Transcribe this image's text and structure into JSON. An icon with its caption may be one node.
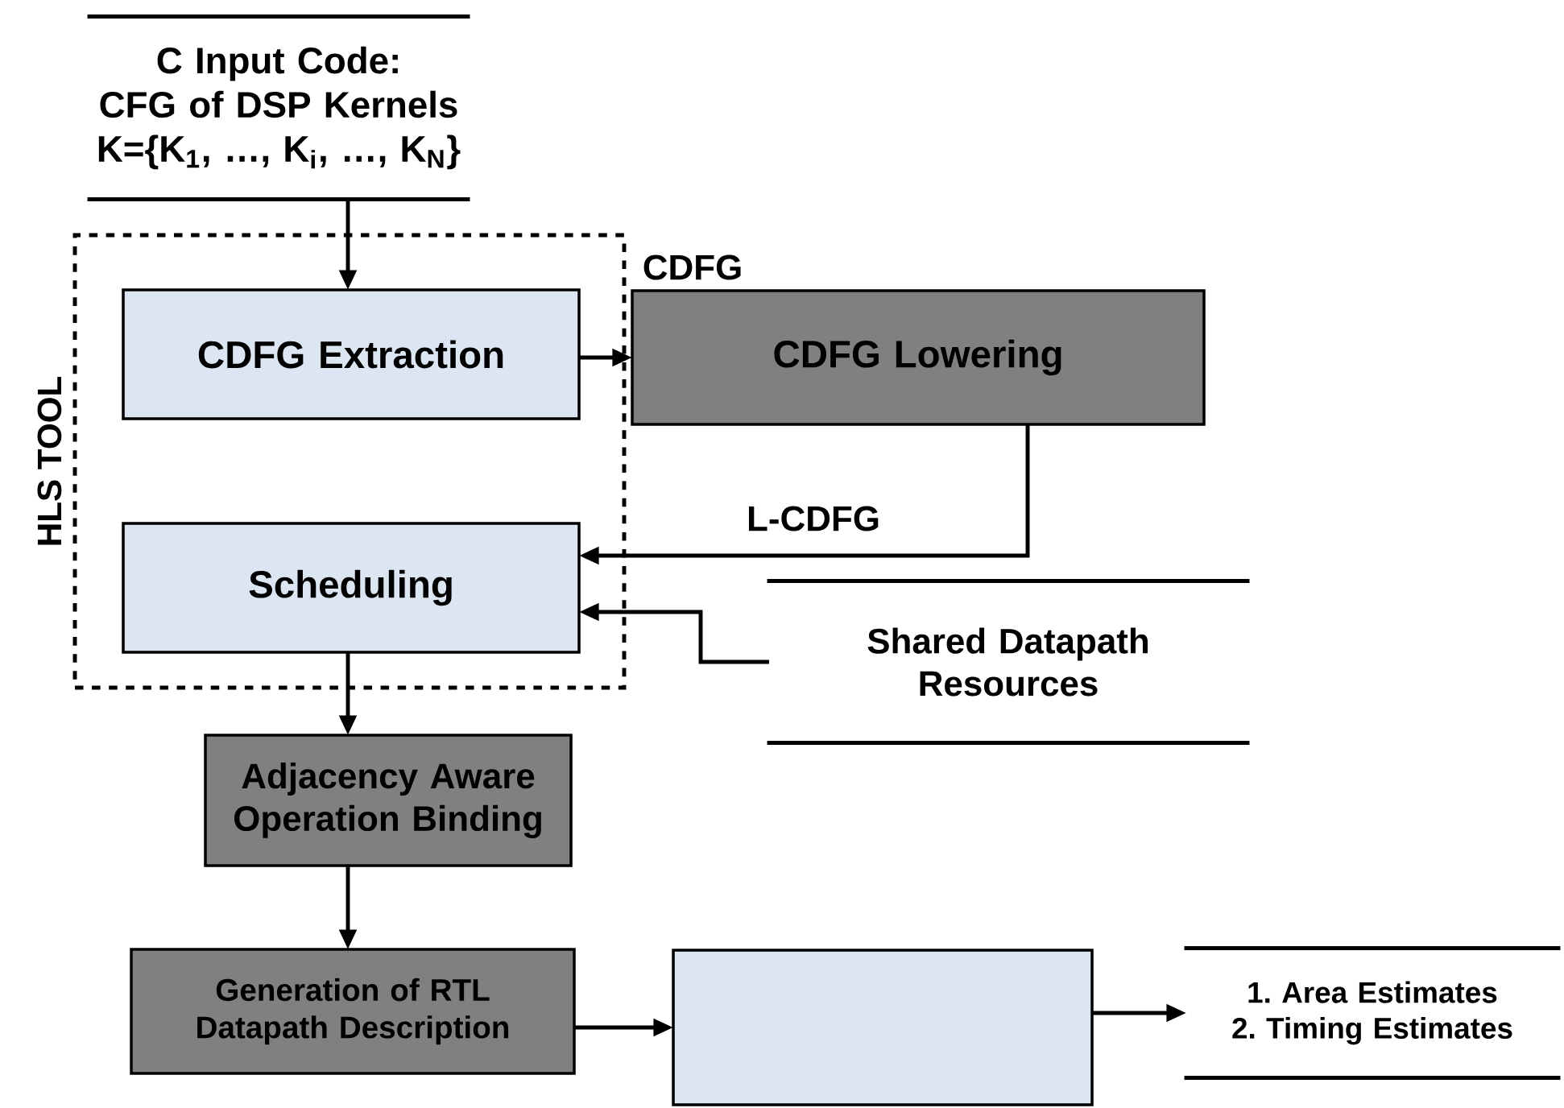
{
  "diagram": {
    "nodes": [
      {
        "text": [
          "C Input Code: CFG of DSP Kernels K={K$_{1}$, …, K$_{i}$, …, K$_{N}$}"
        ]
      },
      {
        "text": [
          "HLS TOOL"
        ]
      },
      {
        "text": [
          "CDFG Extraction"
        ],
        "in": 1
      },
      {
        "text": [
          "CDFG Lowering"
        ]
      },
      {
        "text": [
          "Scheduling"
        ],
        "in": 1
      },
      {
        "text": [
          "Shared Datapath Resources"
        ]
      },
      {
        "text": [
          "Adjacency Aware Operation Binding"
        ]
      },
      {
        "text": [
          "Generation of RTL Datapath Description"
        ]
      },
      {
        "text": [],
        "shape": "box"
      },
      {
        "text": [
          "1. Area Estimates 2. Timing Estimates"
        ]
      }
    ],
    "edges": [
      {
        "from": 0,
        "to": 2,
        "arrow": "to"
      },
      {
        "from": 2,
        "to": 3,
        "arrow": "to",
        "label": "CDFG"
      },
      {
        "from": 3,
        "to": 4,
        "arrow": "to",
        "label": "L-CDFG"
      },
      {
        "from": 5,
        "to": 4,
        "arrow": "to"
      },
      {
        "from": 4,
        "to": 6,
        "arrow": "to"
      },
      {
        "from": 6,
        "to": 7,
        "arrow": "to"
      },
      {
        "from": 7,
        "to": 8,
        "arrow": "to"
      },
      {
        "from": 8,
        "to": 9,
        "arrow": "to"
      }
    ]
  }
}
